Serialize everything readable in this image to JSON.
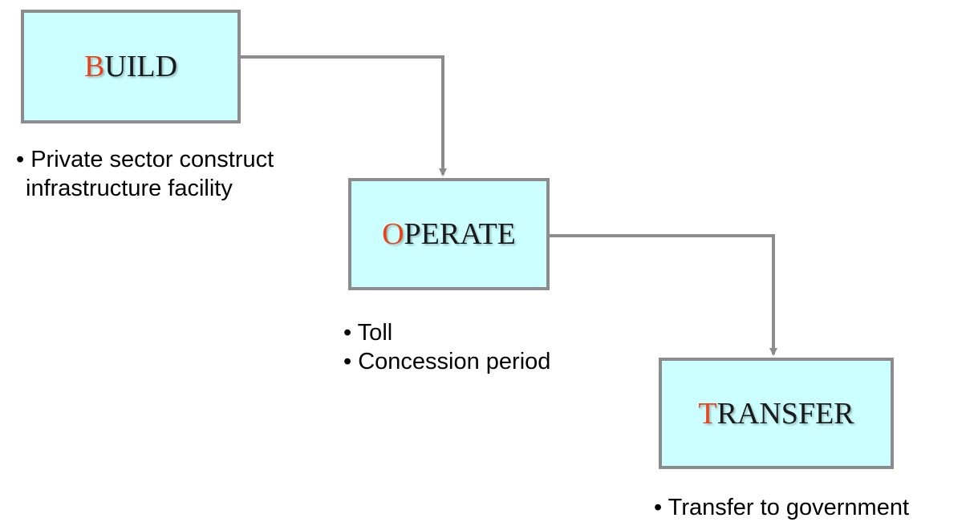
{
  "steps": [
    {
      "id": "build",
      "initial": "B",
      "rest": "UILD",
      "notes": [
        {
          "line1": "• Private sector construct",
          "line2": "infrastructure facility"
        }
      ]
    },
    {
      "id": "operate",
      "initial": "O",
      "rest": "PERATE",
      "notes": [
        {
          "line1": "• Toll"
        },
        {
          "line1": "• Concession period"
        }
      ]
    },
    {
      "id": "transfer",
      "initial": "T",
      "rest": "RANSFER",
      "notes": [
        {
          "line1": "• Transfer to government"
        }
      ]
    }
  ],
  "colors": {
    "box_fill": "#ccffff",
    "box_border": "#8c8c8c",
    "initial_letter": "#e8441c",
    "connector": "#8c8c8c"
  }
}
